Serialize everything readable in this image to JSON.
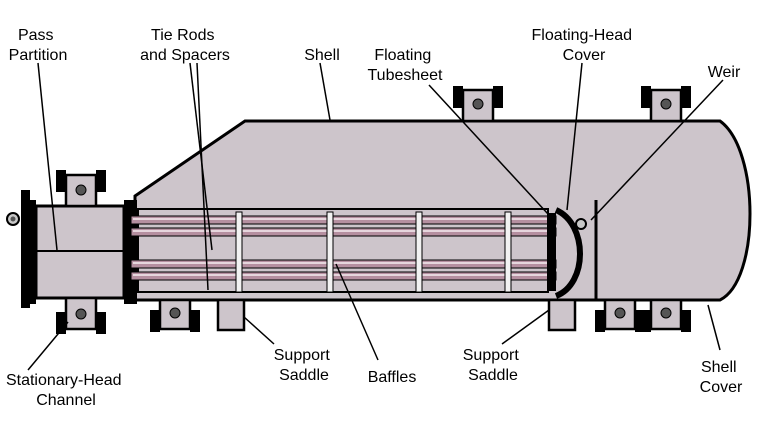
{
  "labels": {
    "pass_partition": [
      "Pass",
      "Partition"
    ],
    "tie_rods": [
      "Tie Rods",
      "and Spacers"
    ],
    "shell": [
      "Shell"
    ],
    "floating_tubesheet": [
      "Floating",
      "Tubesheet"
    ],
    "floating_head_cover": [
      "Floating-Head",
      "Cover"
    ],
    "weir": [
      "Weir"
    ],
    "stationary_head_channel": [
      "Stationary-Head",
      "Channel"
    ],
    "support_saddle_left": [
      "Support",
      "Saddle"
    ],
    "baffles": [
      "Baffles"
    ],
    "support_saddle_right": [
      "Support",
      "Saddle"
    ],
    "shell_cover": [
      "Shell",
      "Cover"
    ]
  },
  "colors": {
    "body_fill": "#cdc5cb",
    "tube_fill": "#b58fa0",
    "tube_highlight": "#e6d6dd",
    "metal_dark": "#000000",
    "nozzle_fill": "#cdc5cb",
    "nozzle_bolt": "#4a4a4a"
  }
}
